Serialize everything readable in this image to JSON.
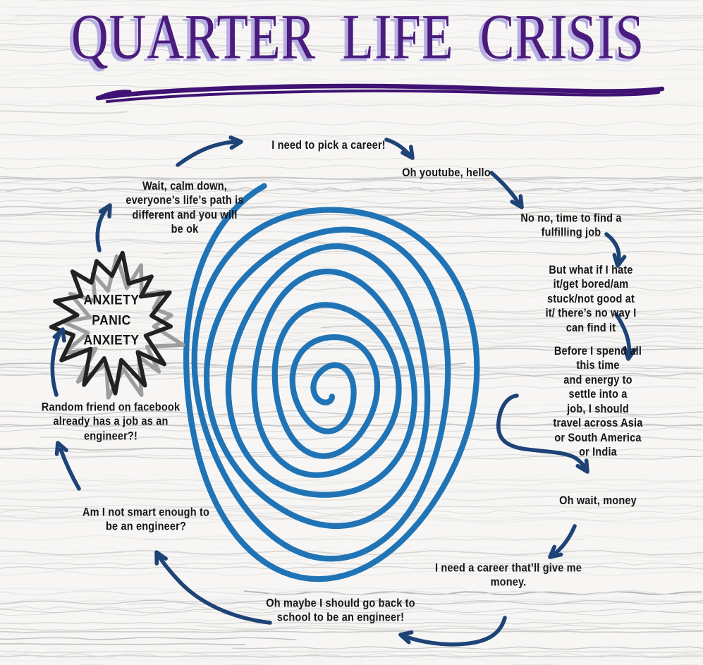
{
  "title": "QUARTER LIFE CRISIS",
  "thoughts": [
    {
      "id": "pick-career",
      "text": "I need to pick a career!"
    },
    {
      "id": "youtube",
      "text": "Oh youtube, hello"
    },
    {
      "id": "fulfilling-job",
      "text": "No no, time to find a fulfilling job"
    },
    {
      "id": "what-if",
      "text": "But what if I hate it/get bored/am\nstuck/not good at it/ there’s no way I\ncan find it"
    },
    {
      "id": "travel",
      "text": "Before I spend all this time\nand energy to settle into a\njob, I should travel across Asia\nor South America or India"
    },
    {
      "id": "money",
      "text": "Oh wait, money"
    },
    {
      "id": "career-money",
      "text": "I need a career that’ll give me\nmoney."
    },
    {
      "id": "engineer-school",
      "text": "Oh maybe I should go back to\nschool to be an engineer!"
    },
    {
      "id": "smart-enough",
      "text": "Am I not smart enough to\nbe an engineer?"
    },
    {
      "id": "facebook-friend",
      "text": "Random friend on facebook\nalready has a job as an\nengineer?!"
    },
    {
      "id": "calm-down",
      "text": "Wait, calm down,\neveryone’s life’s path is\ndifferent and you will\nbe ok"
    }
  ],
  "anxiety_burst": {
    "text": "ANXIETY\nPANIC\nANXIETY"
  },
  "colors": {
    "background": "#f7f6f4",
    "texture_line": "#cfcfcf",
    "spiral_blue": "#2074b6",
    "arrow_navy": "#1d4377",
    "label_text": "#161616",
    "title_purple": "#4a1c7d",
    "title_ghost": "#a79edd",
    "underline_purple": "#3f1273",
    "burst_black": "#222222",
    "burst_gray": "#9d9d9d"
  }
}
